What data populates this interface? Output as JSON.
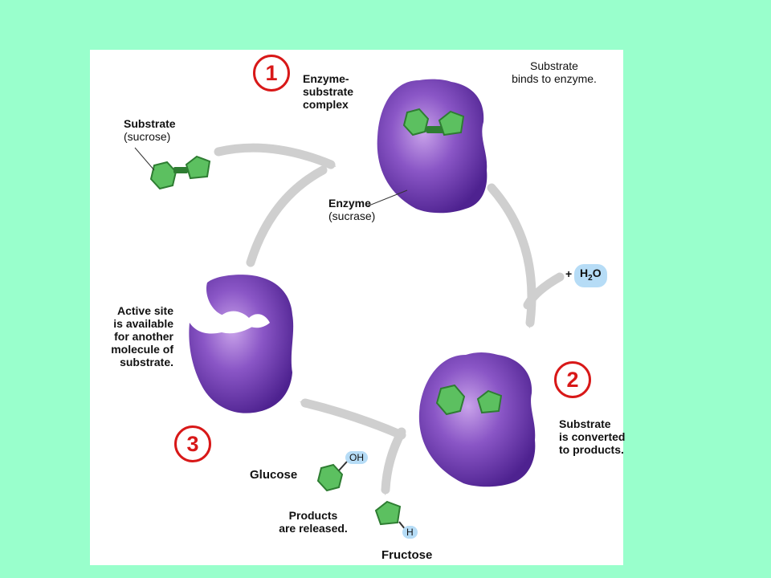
{
  "colors": {
    "background": "#99ffcc",
    "panel": "#ffffff",
    "enzyme": "#6a3aa6",
    "substrate": "#5cc060",
    "arrow": "#cfcfcf",
    "step_marker": "#d81818",
    "water_pill": "#b6dcf6"
  },
  "steps": [
    "1",
    "2",
    "3"
  ],
  "labels": {
    "complex_line1": "Enzyme-",
    "complex_line2": "substrate",
    "complex_line3": "complex",
    "binds_line1": "Substrate",
    "binds_line2": "binds to enzyme.",
    "substrate_title": "Substrate",
    "substrate_sub": "(sucrose)",
    "enzyme_title": "Enzyme",
    "enzyme_sub": "(sucrase)",
    "water_plus": "+",
    "water_h": "H",
    "water_2": "2",
    "water_o": "O",
    "active_line1": "Active site",
    "active_line2": "is available",
    "active_line3": "for another",
    "active_line4": "molecule of",
    "active_line5": "substrate.",
    "converted_line1": "Substrate",
    "converted_line2": "is converted",
    "converted_line3": "to products.",
    "glucose": "Glucose",
    "oh": "OH",
    "released_line1": "Products",
    "released_line2": "are released.",
    "h": "H",
    "fructose": "Fructose"
  }
}
